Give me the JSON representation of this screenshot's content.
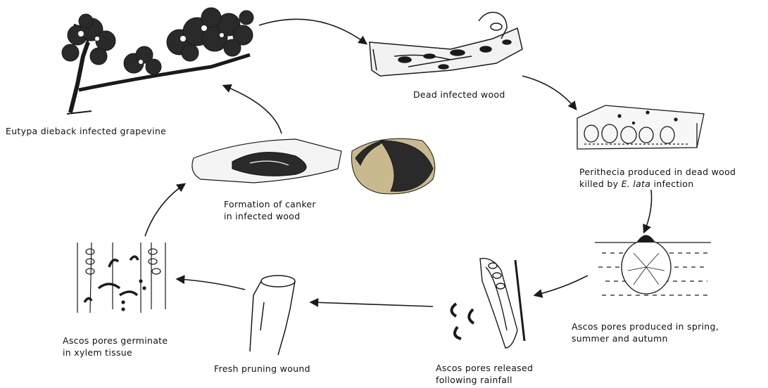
{
  "stages": {
    "grapevine": "Eutypa dieback infected grapevine",
    "dead_wood": "Dead infected wood",
    "perithecia": {
      "line1": "Perithecia produced in dead wood",
      "line2_prefix": "killed by ",
      "line2_species": "E. lata",
      "line2_suffix": " infection"
    },
    "ascospores_produced": {
      "line1": "Ascos pores produced in spring,",
      "line2": "summer and autumn"
    },
    "ascospores_released": {
      "line1": "Ascos pores released",
      "line2": "following rainfall"
    },
    "pruning_wound": "Fresh pruning wound",
    "germinate": {
      "line1": "Ascos pores germinate",
      "line2": "in xylem tissue"
    },
    "canker": {
      "line1": "Formation of canker",
      "line2": "in infected wood"
    }
  },
  "colors": {
    "ink": "#1a1a1a",
    "canker_dark": "#2a2a2a",
    "canker_pale": "#c9b98f"
  },
  "icons": [
    "grapevine-illustration",
    "dead-wood-illustration",
    "perithecia-block-illustration",
    "perithecium-illustration",
    "ascus-illustration",
    "pruning-stump-illustration",
    "xylem-illustration",
    "canker-branch-illustration",
    "canker-cross-section-illustration"
  ]
}
